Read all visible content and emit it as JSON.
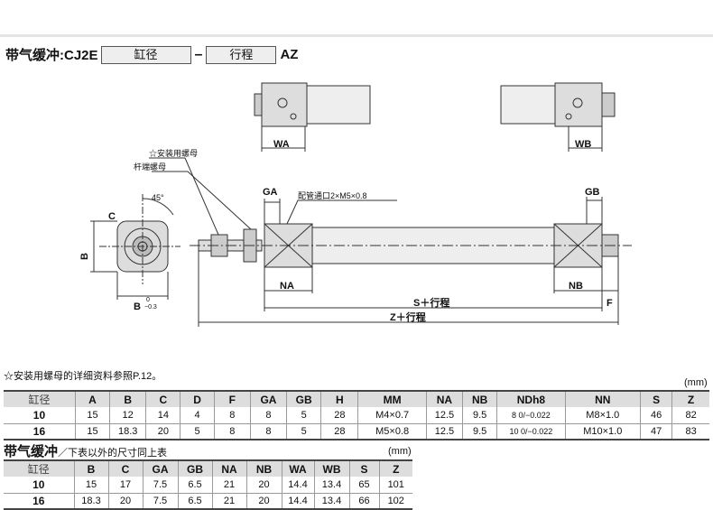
{
  "title": {
    "prefix": "带气缓冲:CJ2E",
    "box1": "缸径",
    "dash": "–",
    "box2": "行程",
    "suffix": "AZ"
  },
  "diagram": {
    "wa": "WA",
    "wb": "WB",
    "ga": "GA",
    "gb": "GB",
    "na": "NA",
    "nb": "NB",
    "f": "F",
    "s": "S＋行程",
    "z": "Z＋行程",
    "port": "配管通口2×M5×0.8",
    "mount_nut": "☆安装用螺母",
    "rod_nut": "杆端螺母",
    "angle": "45°",
    "c": "C",
    "b_vert": "B",
    "b_horiz": "B",
    "tol_upper": "0",
    "tol_lower": "−0.3"
  },
  "note": "☆安装用螺母的详细资料参照P.12。",
  "table1": {
    "unit": "(mm)",
    "headers": [
      "缸径",
      "A",
      "B",
      "C",
      "D",
      "F",
      "GA",
      "GB",
      "H",
      "MM",
      "NA",
      "NB",
      "NDh8",
      "NN",
      "S",
      "Z"
    ],
    "rows": [
      [
        "10",
        "15",
        "12",
        "14",
        "4",
        "8",
        "8",
        "5",
        "28",
        "M4×0.7",
        "12.5",
        "9.5",
        "8 0/−0.022",
        "M8×1.0",
        "46",
        "82"
      ],
      [
        "16",
        "15",
        "18.3",
        "20",
        "5",
        "8",
        "8",
        "5",
        "28",
        "M5×0.8",
        "12.5",
        "9.5",
        "10 0/−0.022",
        "M10×1.0",
        "47",
        "83"
      ]
    ]
  },
  "table2": {
    "title": "带气缓冲",
    "subtitle": "／下表以外的尺寸同上表",
    "unit": "(mm)",
    "headers": [
      "缸径",
      "B",
      "C",
      "GA",
      "GB",
      "NA",
      "NB",
      "WA",
      "WB",
      "S",
      "Z"
    ],
    "rows": [
      [
        "10",
        "15",
        "17",
        "7.5",
        "6.5",
        "21",
        "20",
        "14.4",
        "13.4",
        "65",
        "101"
      ],
      [
        "16",
        "18.3",
        "20",
        "7.5",
        "6.5",
        "21",
        "20",
        "14.4",
        "13.4",
        "66",
        "102"
      ]
    ]
  }
}
